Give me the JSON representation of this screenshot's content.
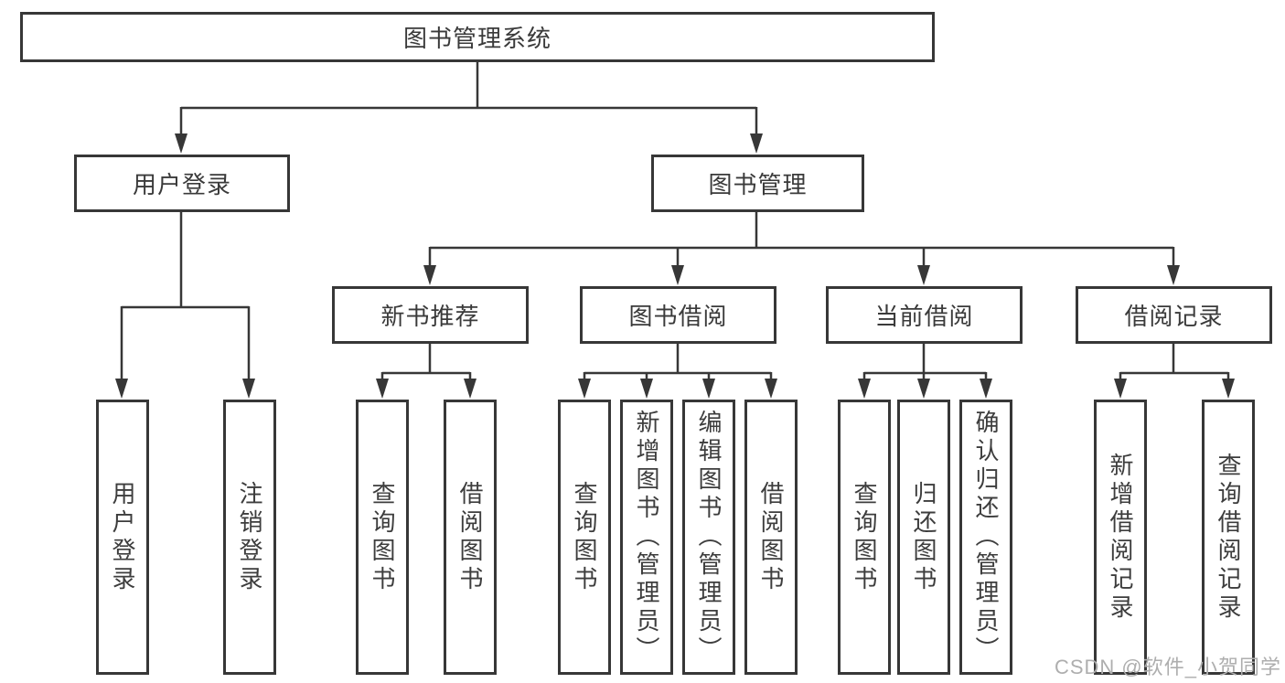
{
  "diagram": {
    "type": "hierarchy-tree",
    "tree": {
      "root": "图书管理系统",
      "children": [
        {
          "label": "用户登录",
          "children": [
            {
              "label": "用户登录"
            },
            {
              "label": "注销登录"
            }
          ]
        },
        {
          "label": "图书管理",
          "children": [
            {
              "label": "新书推荐",
              "children": [
                {
                  "label": "查询图书"
                },
                {
                  "label": "借阅图书"
                }
              ]
            },
            {
              "label": "图书借阅",
              "children": [
                {
                  "label": "查询图书"
                },
                {
                  "label": "新增图书（管理员）"
                },
                {
                  "label": "编辑图书（管理员）"
                },
                {
                  "label": "借阅图书"
                }
              ]
            },
            {
              "label": "当前借阅",
              "children": [
                {
                  "label": "查询图书"
                },
                {
                  "label": "归还图书"
                },
                {
                  "label": "确认归还（管理员）"
                }
              ]
            },
            {
              "label": "借阅记录",
              "children": [
                {
                  "label": "新增借阅记录"
                },
                {
                  "label": "查询借阅记录"
                }
              ]
            }
          ]
        }
      ]
    },
    "icons": {
      "arrow": "triangle-down"
    },
    "colors": {
      "line": "#373737",
      "box_border": "#373737",
      "box_bg": "#ffffff",
      "text": "#3a3a3a",
      "watermark": "#aeaeae"
    },
    "watermark": "CSDN @软件_小贺同学"
  }
}
